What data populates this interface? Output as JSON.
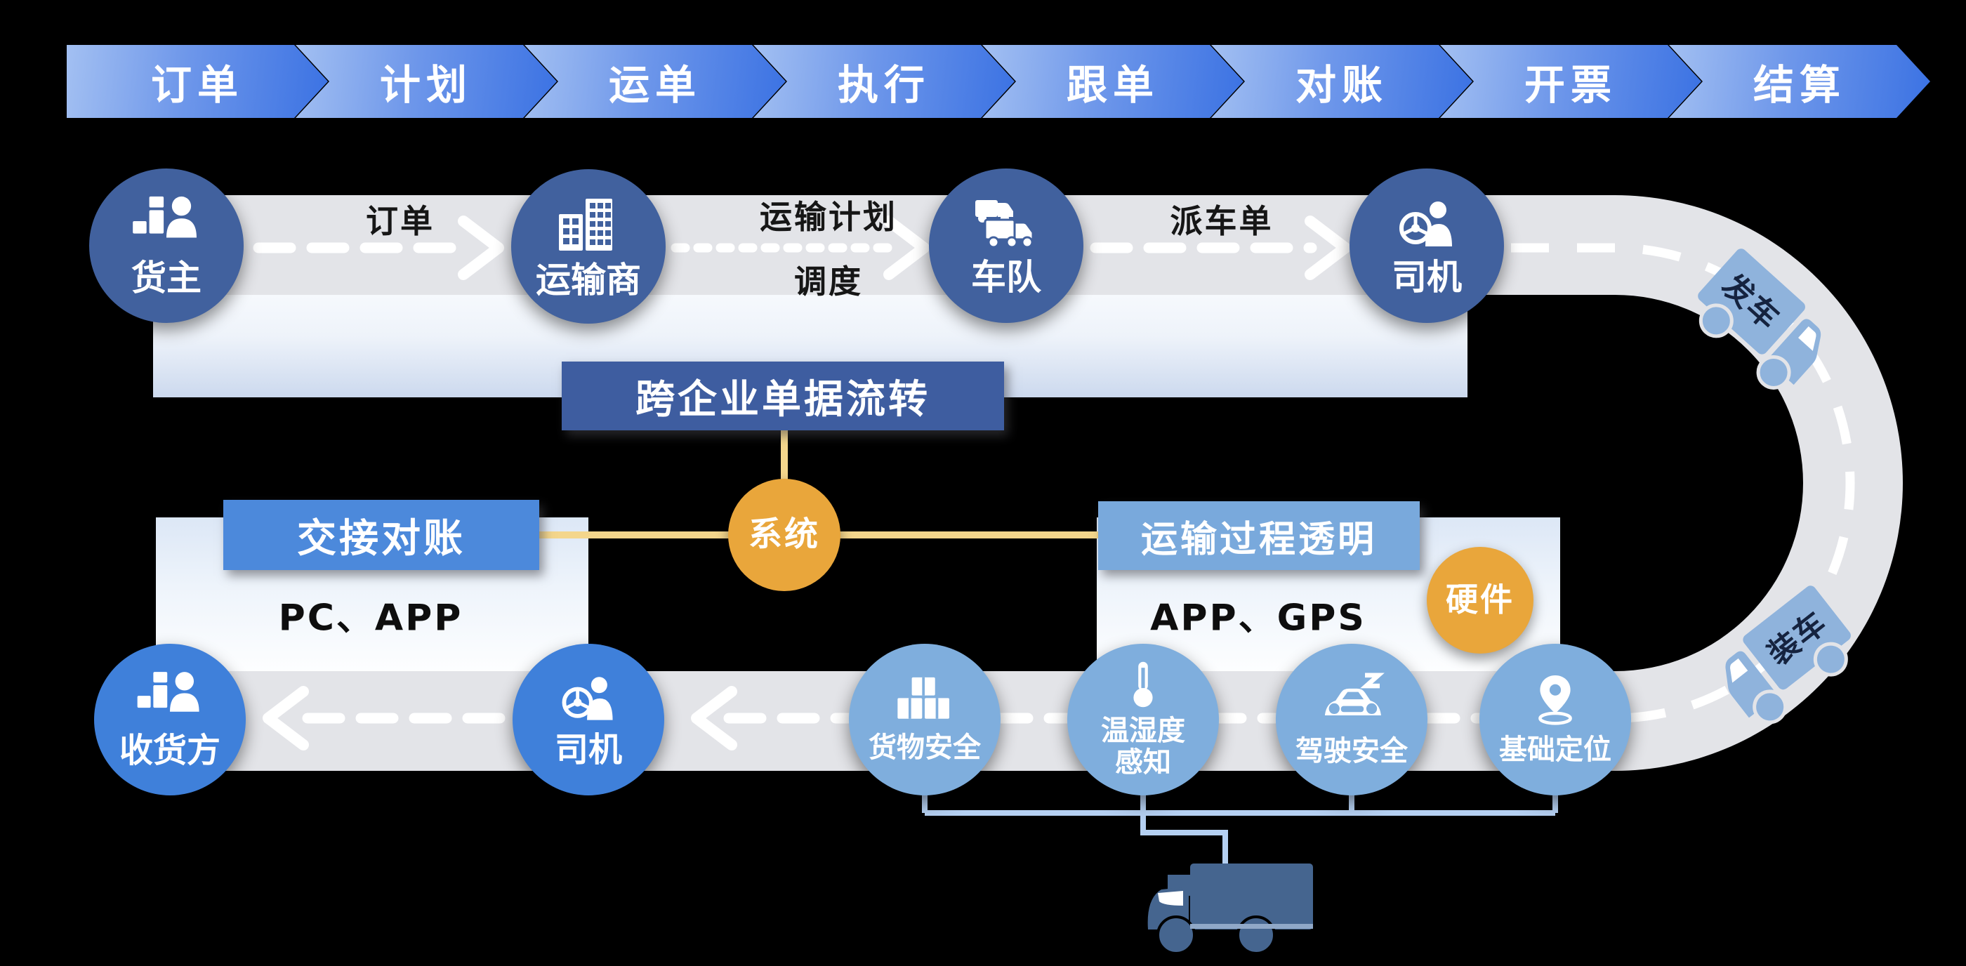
{
  "colors": {
    "background": "#000000",
    "chevron_gradient_start": "#A3C0F2",
    "chevron_gradient_end": "#3B72E3",
    "node_dark_blue": "#41619E",
    "node_bright_blue": "#3F80DA",
    "node_light_blue": "#7FAEDD",
    "banner_dark_blue": "#3E5DA0",
    "banner_medium_blue": "#4C89DB",
    "banner_light_blue": "#79A9DC",
    "accent_orange": "#E9A63B",
    "road_gray": "#E3E4E8",
    "road_truck_blue": "#8FB3DC",
    "bottom_truck_blue": "#45658F",
    "connector_yellow": "#F4D68C",
    "connector_light_blue": "#B5D0F2"
  },
  "process_banner": {
    "items": [
      {
        "label": "订单"
      },
      {
        "label": "计划"
      },
      {
        "label": "运单"
      },
      {
        "label": "执行"
      },
      {
        "label": "跟单"
      },
      {
        "label": "对账"
      },
      {
        "label": "开票"
      },
      {
        "label": "结算"
      }
    ]
  },
  "top_flow": {
    "shipper": {
      "label": "货主",
      "icon": "person-with-cargo-icon"
    },
    "carrier": {
      "label": "运输商",
      "icon": "buildings-icon"
    },
    "fleet": {
      "label": "车队",
      "icon": "truck-fleet-icon"
    },
    "driver": {
      "label": "司机",
      "icon": "steering-wheel-driver-icon"
    },
    "edge_order": {
      "label": "订单"
    },
    "edge_plan": {
      "label_line1": "运输计划",
      "label_line2": "调度"
    },
    "edge_dispatch": {
      "label": "派车单"
    }
  },
  "center": {
    "document_banner": {
      "label": "跨企业单据流转"
    },
    "system_node": {
      "label": "系统"
    },
    "handover": {
      "title": "交接对账",
      "subtitle": "PC、APP"
    },
    "transparency": {
      "title": "运输过程透明",
      "subtitle": "APP、GPS"
    },
    "hardware_node": {
      "label": "硬件"
    }
  },
  "road": {
    "depart_truck": {
      "label": "发车"
    },
    "load_truck": {
      "label": "装车"
    }
  },
  "bottom_flow": {
    "receiver": {
      "label": "收货方",
      "icon": "person-with-cargo-icon"
    },
    "driver": {
      "label": "司机",
      "icon": "steering-wheel-driver-icon"
    },
    "sensors": [
      {
        "label": "货物安全",
        "icon": "cargo-boxes-icon"
      },
      {
        "label_line1": "温湿度",
        "label_line2": "感知",
        "icon": "thermometer-icon"
      },
      {
        "label": "驾驶安全",
        "icon": "car-fatigue-icon"
      },
      {
        "label": "基础定位",
        "icon": "location-pin-icon"
      }
    ]
  }
}
